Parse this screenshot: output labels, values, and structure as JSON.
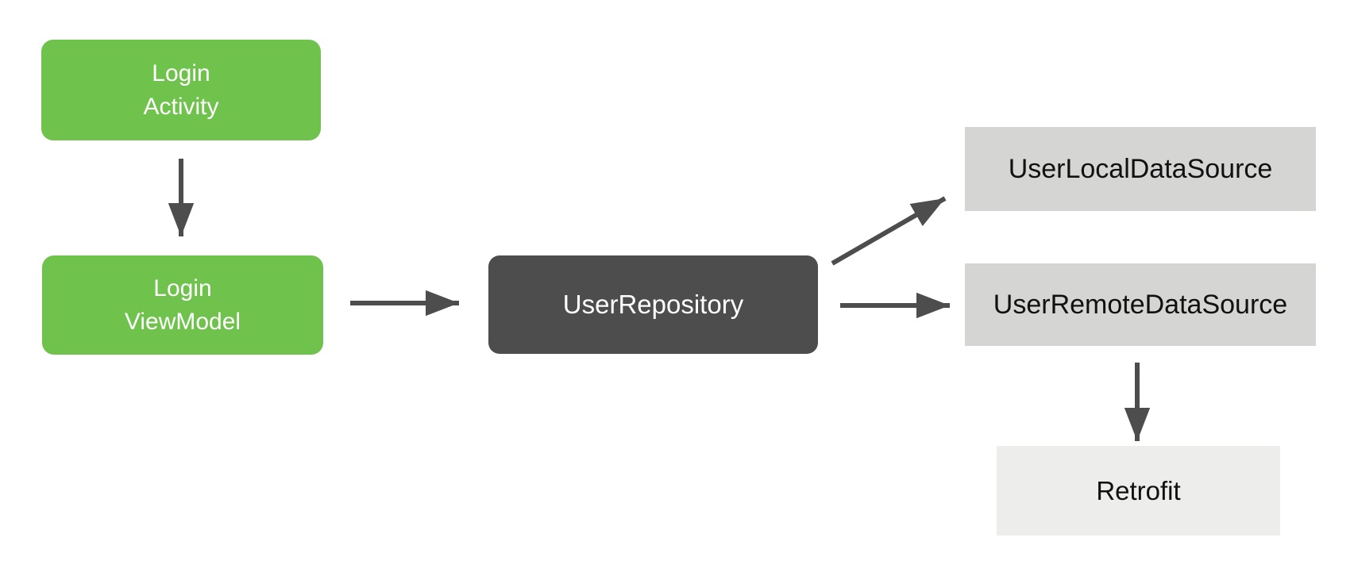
{
  "diagram": {
    "background": "#FFFFFF",
    "arrow_color": "#4D4D4D",
    "nodes": {
      "login_activity": {
        "label": "Login\nActivity",
        "bg": "#6FC24C",
        "text_color": "#FFFFFF"
      },
      "login_viewmodel": {
        "label": "Login\nViewModel",
        "bg": "#6FC24C",
        "text_color": "#FFFFFF"
      },
      "user_repository": {
        "label": "UserRepository",
        "bg": "#4D4D4D",
        "text_color": "#FFFFFF"
      },
      "user_local_datasource": {
        "label": "UserLocalDataSource",
        "bg": "#D5D5D3",
        "text_color": "#111111"
      },
      "user_remote_datasource": {
        "label": "UserRemoteDataSource",
        "bg": "#D5D5D3",
        "text_color": "#111111"
      },
      "retrofit": {
        "label": "Retrofit",
        "bg": "#EDEDEB",
        "text_color": "#111111"
      }
    },
    "edges": [
      {
        "from": "LoginActivity",
        "to": "LoginViewModel",
        "direction": "down"
      },
      {
        "from": "LoginViewModel",
        "to": "UserRepository",
        "direction": "right"
      },
      {
        "from": "UserRepository",
        "to": "UserLocalDataSource",
        "direction": "up-right"
      },
      {
        "from": "UserRepository",
        "to": "UserRemoteDataSource",
        "direction": "right"
      },
      {
        "from": "UserRemoteDataSource",
        "to": "Retrofit",
        "direction": "down"
      }
    ]
  }
}
